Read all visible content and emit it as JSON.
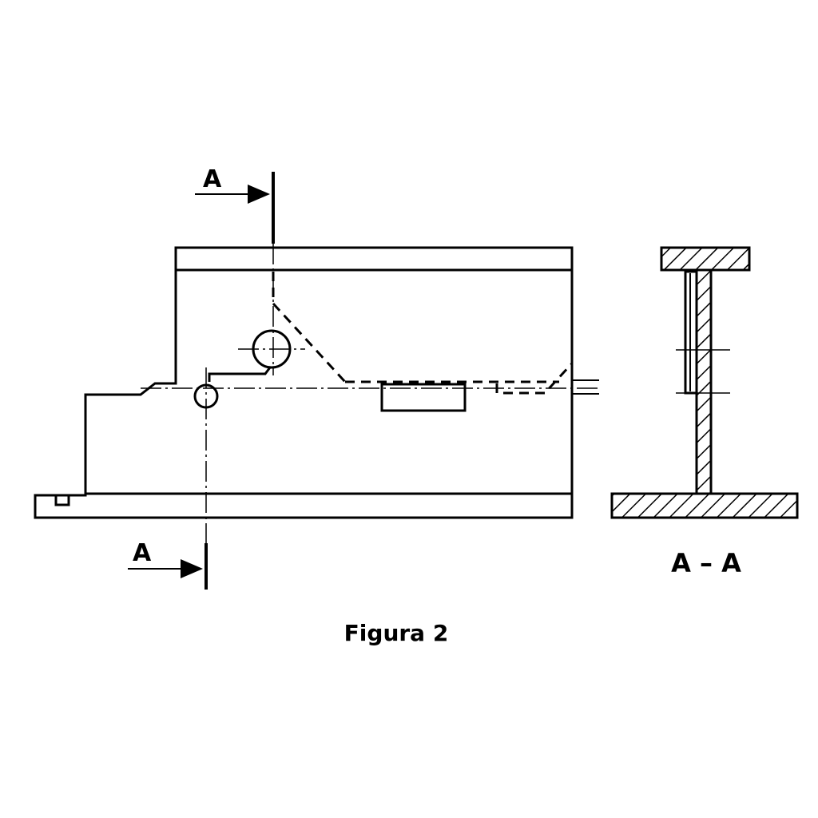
{
  "drawing": {
    "cut_marker_top_label": "A",
    "cut_marker_bottom_label": "A",
    "section_view_label": "A – A"
  },
  "caption": "Figura 2"
}
